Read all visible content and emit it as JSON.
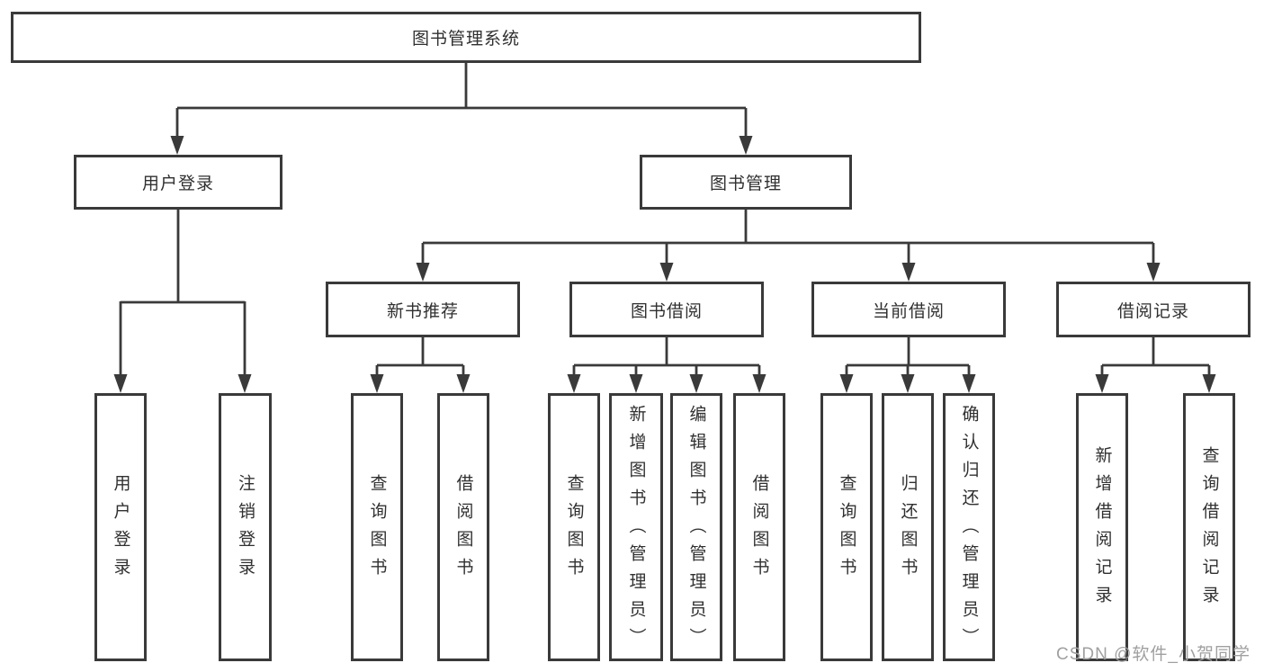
{
  "tree": {
    "root": {
      "label": "图书管理系统",
      "children": [
        {
          "label": "用户登录",
          "children": [
            {
              "label": "用户登录"
            },
            {
              "label": "注销登录"
            }
          ]
        },
        {
          "label": "图书管理",
          "children": [
            {
              "label": "新书推荐",
              "children": [
                {
                  "label": "查询图书"
                },
                {
                  "label": "借阅图书"
                }
              ]
            },
            {
              "label": "图书借阅",
              "children": [
                {
                  "label": "查询图书"
                },
                {
                  "label": "新增图书（管理员）"
                },
                {
                  "label": "编辑图书（管理员）"
                },
                {
                  "label": "借阅图书"
                }
              ]
            },
            {
              "label": "当前借阅",
              "children": [
                {
                  "label": "查询图书"
                },
                {
                  "label": "归还图书"
                },
                {
                  "label": "确认归还（管理员）"
                }
              ]
            },
            {
              "label": "借阅记录",
              "children": [
                {
                  "label": "新增借阅记录"
                },
                {
                  "label": "查询借阅记录"
                }
              ]
            }
          ]
        }
      ]
    }
  },
  "watermark": {
    "text": "CSDN @软件_小贺同学"
  },
  "colors": {
    "line": "#3a3a3a",
    "text": "#303030",
    "box_background": "#ffffff",
    "watermark": "#a0a0a0"
  }
}
